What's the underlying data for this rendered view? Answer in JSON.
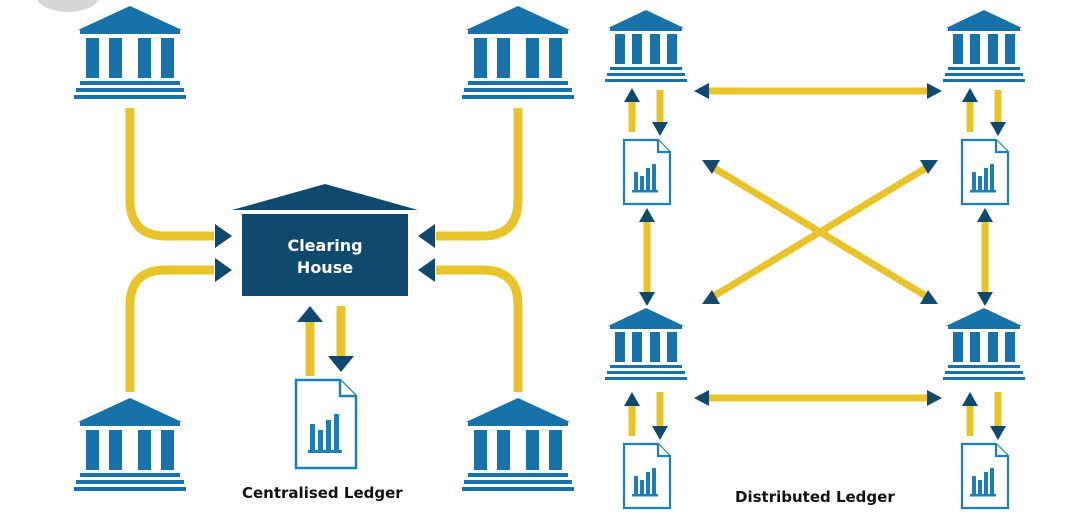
{
  "colors": {
    "bank": "#1672a8",
    "clearing_house": "#0f4a6e",
    "connector": "#e8c42a",
    "arrowhead": "#0f4a6e",
    "document_outline": "#1e7fb8",
    "label_text": "#111111"
  },
  "icons": {
    "bank": "bank-icon",
    "document": "ledger-document-icon",
    "clearing_house": "clearing-house-icon"
  },
  "centralised": {
    "clearing_house_line1": "Clearing",
    "clearing_house_line2": "House",
    "caption": "Centralised Ledger"
  },
  "distributed": {
    "caption": "Distributed Ledger"
  }
}
